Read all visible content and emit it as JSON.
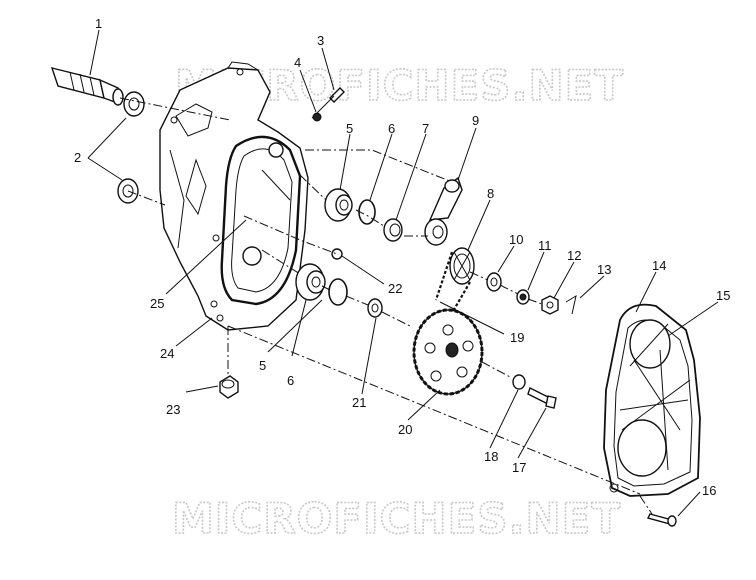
{
  "watermark": {
    "top": "MICROFICHES.NET",
    "bottom": "MICROFICHES.NET"
  },
  "callouts": {
    "c1": "1",
    "c2": "2",
    "c3": "3",
    "c4": "4",
    "c5a": "5",
    "c5b": "5",
    "c6a": "6",
    "c6b": "6",
    "c7": "7",
    "c8": "8",
    "c9": "9",
    "c10": "10",
    "c11": "11",
    "c12": "12",
    "c13": "13",
    "c14": "14",
    "c15": "15",
    "c16": "16",
    "c17": "17",
    "c18": "18",
    "c19": "19",
    "c20": "20",
    "c21": "21",
    "c22": "22",
    "c23": "23",
    "c24": "24",
    "c25": "25"
  }
}
